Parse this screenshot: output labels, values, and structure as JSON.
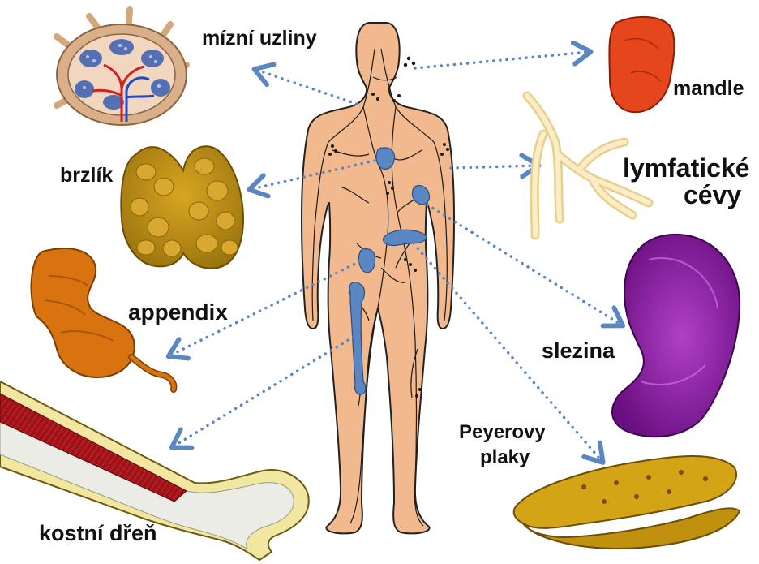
{
  "labels": {
    "lymph_nodes": "mízní uzliny",
    "tonsils": "mandle",
    "thymus": "brzlík",
    "lymph_vessels_line1": "lymfatické",
    "lymph_vessels_line2": "cévy",
    "appendix": "appendix",
    "spleen": "slezina",
    "peyer_line1": "Peyerovy",
    "peyer_line2": "plaky",
    "bone_marrow": "kostní dřeň"
  },
  "colors": {
    "skin": "#f2b98e",
    "organ_blue": "#5b86c4",
    "arrow": "#5b86c4",
    "tonsil": "#e6461c",
    "thymus": "#b88a12",
    "appendix": "#d9730f",
    "spleen": "#8b1fa3",
    "peyer": "#d4a417",
    "marrow_red": "#b5171c",
    "vessel": "#f7e2a8"
  }
}
